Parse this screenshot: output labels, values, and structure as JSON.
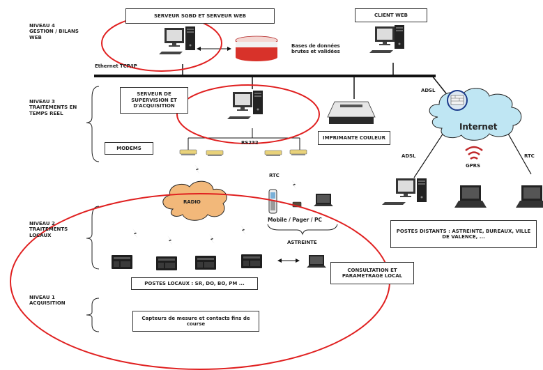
{
  "levels": {
    "n4": "NIVEAU 4\nGESTION / BILANS\nWEB",
    "n3": "NIVEAU 3\nTRAITEMENTS EN\nTEMPS REEL",
    "n2": "NIVEAU 2\nTRAITEMENTS\nLOCAUX",
    "n1": "NIVEAU 1\nACQUISITION"
  },
  "boxes": {
    "serveur_sgbd": "SERVEUR SGBD ET SERVEUR WEB",
    "client_web": "CLIENT WEB",
    "serveur_supervision": "SERVEUR DE SUPERVISION ET D'ACQUISITION",
    "modems": "MODEMS",
    "imprimante": "IMPRIMANTE COULEUR",
    "postes_locaux": "POSTES LOCAUX : SR, DO, BO, PM ...",
    "consultation": "CONSULTATION ET PARAMETRAGE LOCAL",
    "capteurs": "Capteurs de mesure et contacts fins de course",
    "postes_distants": "POSTES DISTANTS : ASTREINTE, BUREAUX, VILLE DE VALENCE, ..."
  },
  "labels": {
    "bases": "Bases de données brutes et validées",
    "ethernet": "Ethernet TCP/IP",
    "rs232": "RS232",
    "adsl_top": "ADSL",
    "adsl_left": "ADSL",
    "internet": "Internet",
    "gprs": "GPRS",
    "rtc_right": "RTC",
    "rtc_left": "RTC",
    "radio": "RADIO",
    "mobile": "Mobile / Pager / PC",
    "astreinte": "ASTREINTE"
  },
  "colors": {
    "highlight_red": "#e02020",
    "internet_cloud": "#bfe6f3",
    "radio_cloud": "#f2b87a",
    "database_red": "#d8322a",
    "device_dark": "#1a1a1a",
    "modem_yellow": "#e9d27a"
  }
}
